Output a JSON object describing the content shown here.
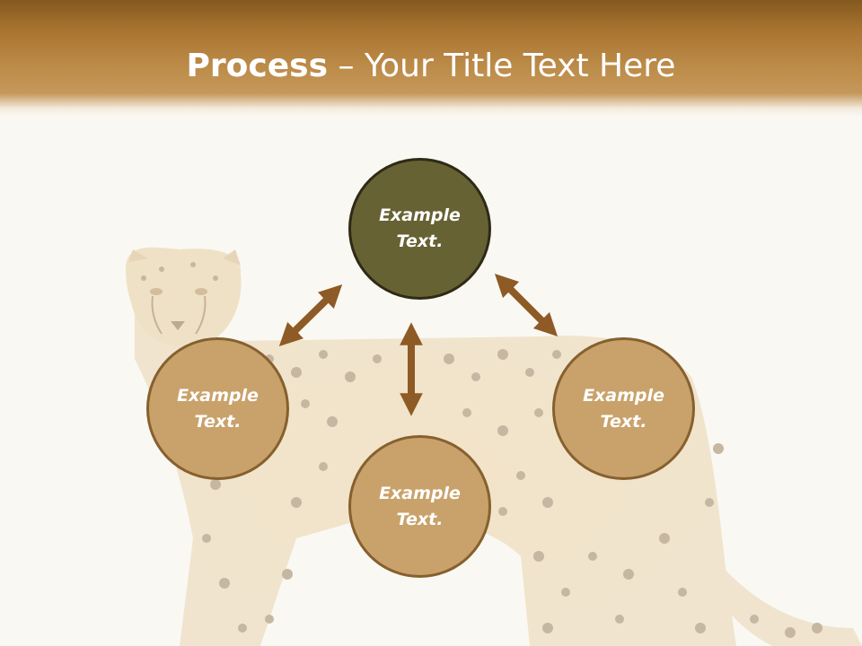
{
  "slide": {
    "title_bold": "Process",
    "title_rest": " – Your Title Text Here"
  },
  "nodes": {
    "center": {
      "line1": "Example",
      "line2": "Text."
    },
    "left": {
      "line1": "Example",
      "line2": "Text."
    },
    "right": {
      "line1": "Example",
      "line2": "Text."
    },
    "bottom": {
      "line1": "Example",
      "line2": "Text."
    }
  },
  "colors": {
    "header_dark": "#84581f",
    "header_light": "#c5985a",
    "center_node": "#676233",
    "outer_node": "#c9a26b",
    "arrow": "#8e5a25"
  },
  "background_image": "cheetah"
}
